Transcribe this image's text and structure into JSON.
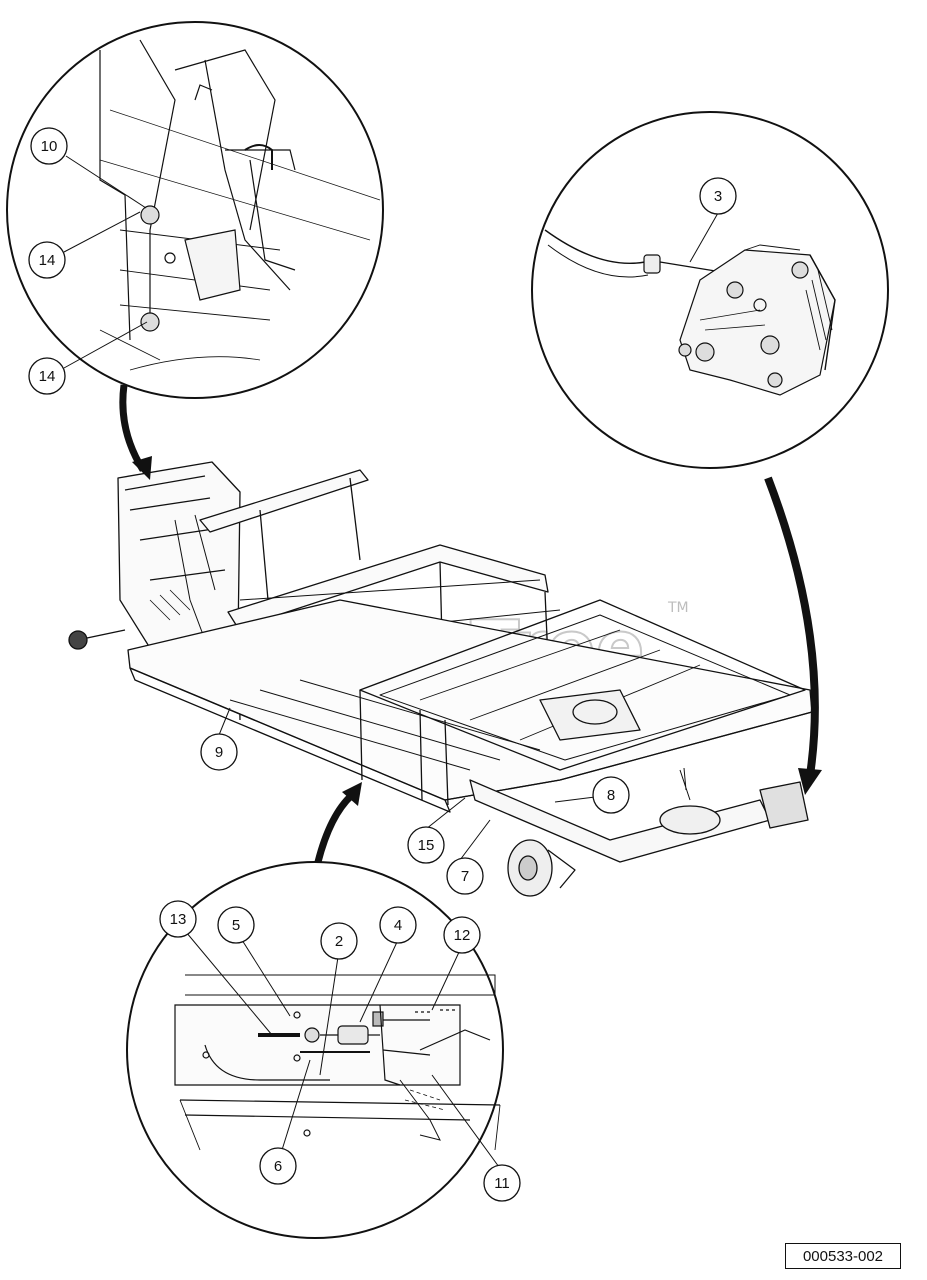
{
  "diagram": {
    "reference_code": "000533-002",
    "watermark": {
      "text": "PartsTree",
      "trademark": "TM"
    },
    "callouts": [
      "10",
      "14",
      "14",
      "3",
      "9",
      "8",
      "15",
      "7",
      "13",
      "5",
      "2",
      "4",
      "12",
      "6",
      "11"
    ]
  }
}
